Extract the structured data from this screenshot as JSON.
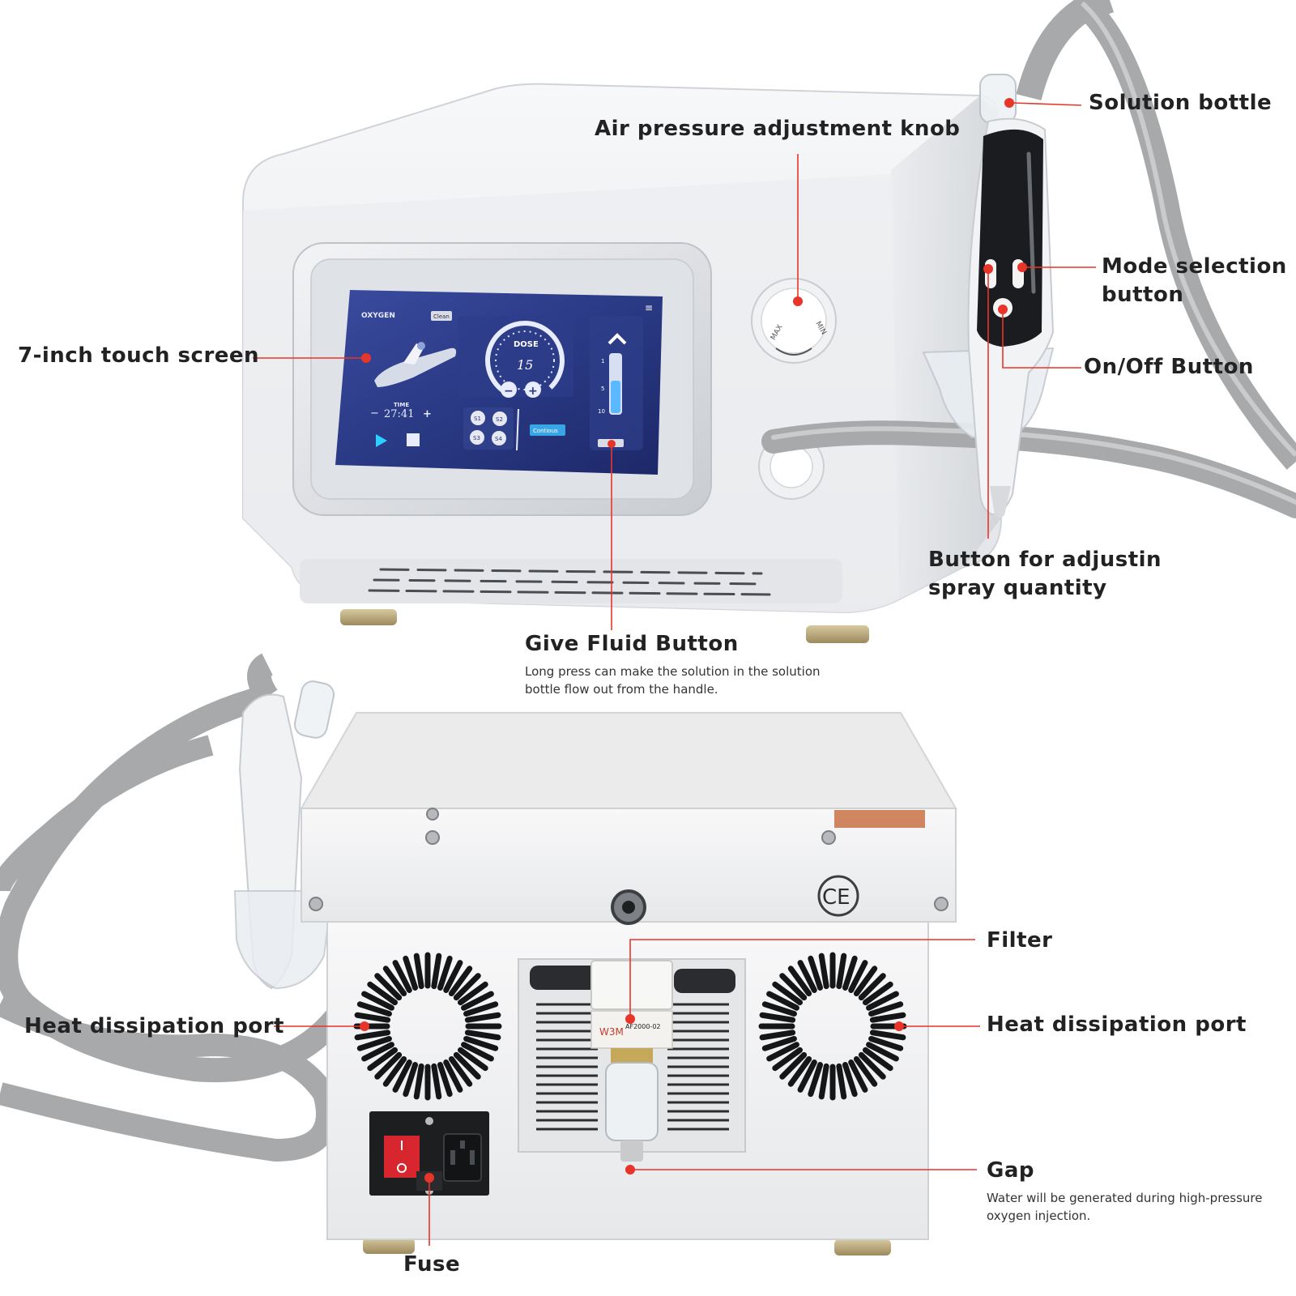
{
  "labels": {
    "solution_bottle": "Solution bottle",
    "air_pressure_knob": "Air pressure adjustment knob",
    "mode_selection_line1": "Mode selection",
    "mode_selection_line2": "button",
    "touch_screen": "7-inch touch screen",
    "on_off": "On/Off Button",
    "spray_quantity_line1": "Button for adjustin",
    "spray_quantity_line2": "spray quantity",
    "give_fluid": "Give Fluid Button",
    "give_fluid_note_line1": "Long press can make the solution in the solution",
    "give_fluid_note_line2": "bottle flow out from the handle.",
    "filter": "Filter",
    "heat_port_left": "Heat dissipation port",
    "heat_port_right": "Heat dissipation port",
    "gap": "Gap",
    "gap_note_line1": "Water will be generated during high-pressure",
    "gap_note_line2": "oxygen injection.",
    "fuse": "Fuse"
  },
  "screen": {
    "mode": "OXYGEN",
    "clean": "Clean",
    "dose_label": "DOSE",
    "dose_value": "15",
    "time_label": "TIME",
    "time_value": "27:41",
    "minus": "−",
    "plus": "+",
    "s1": "S1",
    "s2": "S2",
    "s3": "S3",
    "s4": "S4",
    "continuous": "Contious",
    "gauge_mark_1": "1",
    "gauge_mark_5": "5",
    "gauge_mark_10": "10",
    "menu_icon": "≡"
  },
  "knob": {
    "max": "MAX",
    "min": "MIN"
  },
  "filter_brand": "W3M",
  "filter_model": "AF2000-02",
  "ce_mark": "CE",
  "colors": {
    "pointer": "#e8352a",
    "device": "#eceef0",
    "hose": "#a9abac",
    "screen": "#2b3a88"
  }
}
